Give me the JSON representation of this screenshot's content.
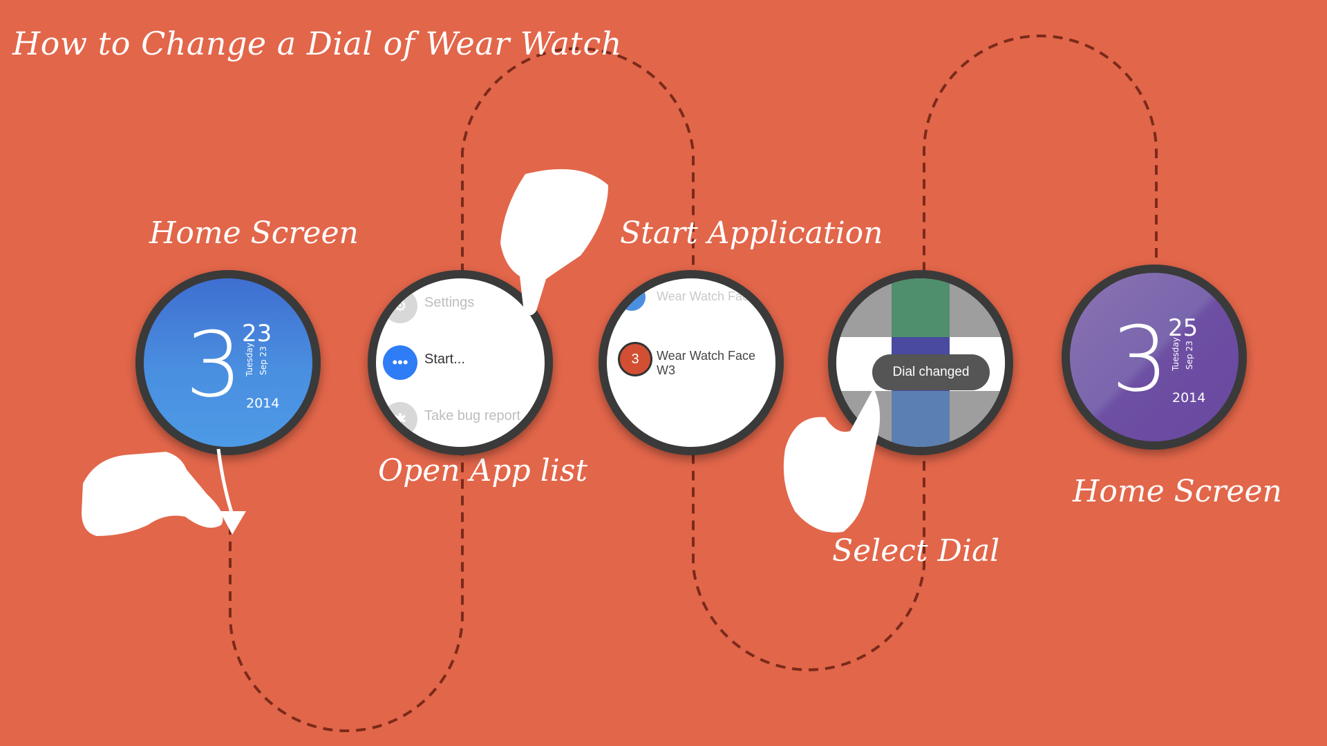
{
  "title": "How to Change a Dial of Wear Watch",
  "steps": {
    "home1": "Home Screen",
    "open_app_list": "Open App list",
    "start_application": "Start Application",
    "select_dial": "Select Dial",
    "home2": "Home Screen"
  },
  "watch1": {
    "hour": "3",
    "minute": "23",
    "day": "Tuesday",
    "date": "Sep 23",
    "year": "2014"
  },
  "watch2": {
    "items": [
      {
        "label": "Settings",
        "icon": "gear-icon"
      },
      {
        "label": "Start...",
        "icon": "dots-icon"
      },
      {
        "label": "Take bug report",
        "icon": "bug-icon"
      }
    ]
  },
  "watch3": {
    "items": [
      {
        "label": "Wear Watch Face W"
      },
      {
        "label": "Wear Watch Face W3",
        "thumb": "3"
      }
    ]
  },
  "watch4": {
    "toast": "Dial changed"
  },
  "watch5": {
    "hour": "3",
    "minute": "25",
    "day": "Tuesday",
    "date": "Sep 23",
    "year": "2014"
  },
  "colors": {
    "background": "#e2664a",
    "path": "#7a2a1a",
    "blue_face": "#4a8fe0",
    "purple_face": "#7a66ad",
    "accent_button": "#2e7cf6"
  }
}
